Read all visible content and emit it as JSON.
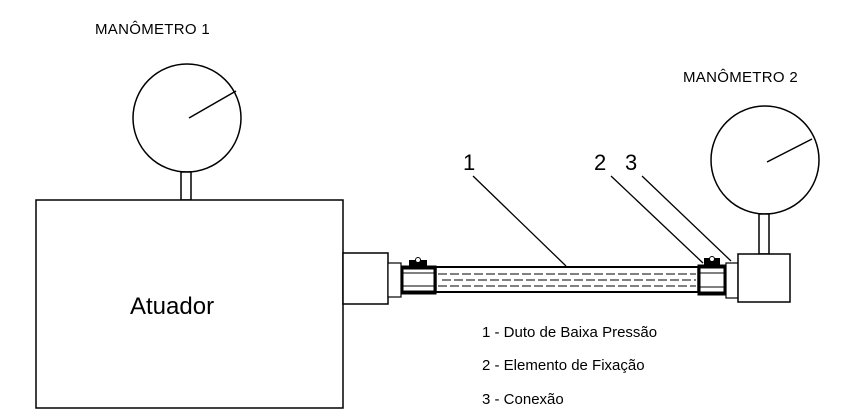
{
  "labels": {
    "gauge1": "MANÔMETRO 1",
    "gauge2": "MANÔMETRO 2",
    "actuator": "Atuador",
    "callout1": "1",
    "callout2": "2",
    "callout3": "3"
  },
  "legend": [
    "1 - Duto de Baixa Pressão",
    "2 - Elemento de Fixação",
    "3 - Conexão"
  ]
}
